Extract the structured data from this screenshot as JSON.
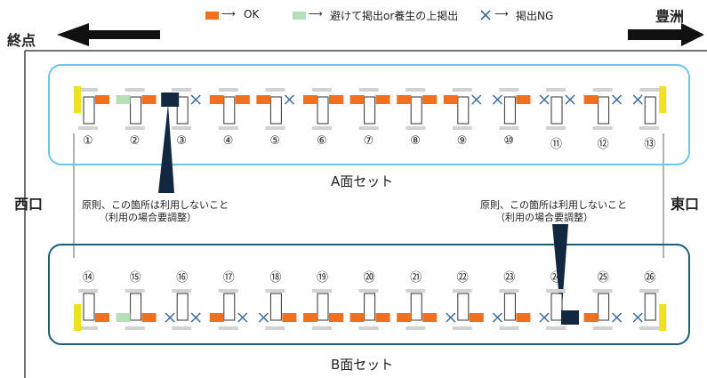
{
  "legend": {
    "ok": "OK",
    "avoid": "避けて掲出or養生の上掲出",
    "ng": "掲出NG",
    "arrow": "⟶"
  },
  "directions": {
    "left": "終点",
    "right": "豊洲",
    "west": "西口",
    "east": "東口"
  },
  "sets": {
    "a_label": "A面セット",
    "b_label": "B面セット"
  },
  "notes": {
    "line1": "原則、この箇所は利用しないこと",
    "line2": "（利用の場合要調整）"
  },
  "colors": {
    "ok": "#f07020",
    "avoid": "#b8e0b8",
    "ng": "#3a6aa0",
    "end": "#f0e020",
    "blocked": "#122840",
    "frame_a": "#6cc6e8",
    "frame_b": "#1d5d78",
    "gray": "#d2d2d2"
  },
  "rows": {
    "a": [
      {
        "n": "①",
        "left": "end",
        "right": "ok"
      },
      {
        "n": "②",
        "left": "avoid",
        "right": "ok"
      },
      {
        "n": "③",
        "left": "blocked",
        "right": "ng"
      },
      {
        "n": "④",
        "left": "ok",
        "right": "ok"
      },
      {
        "n": "⑤",
        "left": "ok",
        "right": "ng"
      },
      {
        "n": "⑥",
        "left": "ok",
        "right": "ok"
      },
      {
        "n": "⑦",
        "left": "ok",
        "right": "ok"
      },
      {
        "n": "⑧",
        "left": "ok",
        "right": "ok"
      },
      {
        "n": "⑨",
        "left": "ok",
        "right": "ng"
      },
      {
        "n": "⑩",
        "left": "ng",
        "right": "ok"
      },
      {
        "n": "⑪",
        "left": "ng",
        "right": "ng"
      },
      {
        "n": "⑫",
        "left": "ok",
        "right": "ng"
      },
      {
        "n": "⑬",
        "left": "ng",
        "right": "end"
      }
    ],
    "b": [
      {
        "n": "⑭",
        "left": "end",
        "right": "ok"
      },
      {
        "n": "⑮",
        "left": "avoid",
        "right": "ok"
      },
      {
        "n": "⑯",
        "left": "ng",
        "right": "ng"
      },
      {
        "n": "⑰",
        "left": "ok",
        "right": "ng"
      },
      {
        "n": "⑱",
        "left": "ng",
        "right": "ok"
      },
      {
        "n": "⑲",
        "left": "ok",
        "right": "ok"
      },
      {
        "n": "⑳",
        "left": "ok",
        "right": "ok"
      },
      {
        "n": "㉑",
        "left": "ok",
        "right": "ok"
      },
      {
        "n": "㉒",
        "left": "ng",
        "right": "ok"
      },
      {
        "n": "㉓",
        "left": "ng",
        "right": "ok"
      },
      {
        "n": "㉔",
        "left": "ng",
        "right": "blocked"
      },
      {
        "n": "㉕",
        "left": "ok",
        "right": "ng"
      },
      {
        "n": "㉖",
        "left": "ng",
        "right": "end"
      }
    ]
  }
}
